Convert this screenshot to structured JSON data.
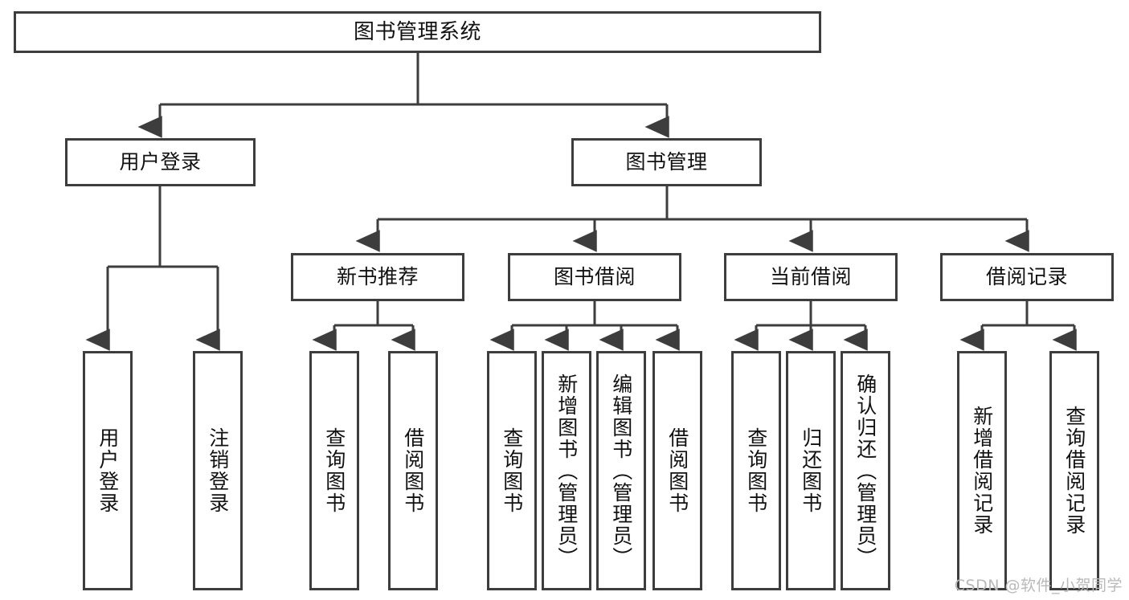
{
  "diagram": {
    "title": "图书管理系统",
    "type": "functional-structure-tree",
    "stroke_color": "#3d3d3d",
    "text_color": "#111111",
    "background_color": "#ffffff"
  },
  "root": {
    "label": "图书管理系统"
  },
  "level2": [
    {
      "label": "用户登录"
    },
    {
      "label": "图书管理"
    }
  ],
  "level3": [
    {
      "label": "新书推荐"
    },
    {
      "label": "图书借阅"
    },
    {
      "label": "当前借阅"
    },
    {
      "label": "借阅记录"
    }
  ],
  "leaves": {
    "user_login": [
      {
        "label": "用户登录"
      },
      {
        "label": "注销登录"
      }
    ],
    "new_book_recommend": [
      {
        "label": "查询图书"
      },
      {
        "label": "借阅图书"
      }
    ],
    "book_borrow": [
      {
        "label": "查询图书"
      },
      {
        "label": "新增图书（管理员）"
      },
      {
        "label": "编辑图书（管理员）"
      },
      {
        "label": "借阅图书"
      }
    ],
    "current_borrow": [
      {
        "label": "查询图书"
      },
      {
        "label": "归还图书"
      },
      {
        "label": "确认归还（管理员）"
      }
    ],
    "borrow_record": [
      {
        "label": "新增借阅记录"
      },
      {
        "label": "查询借阅记录"
      }
    ]
  },
  "watermark": {
    "text": "CSDN @软件_小贺同学"
  }
}
